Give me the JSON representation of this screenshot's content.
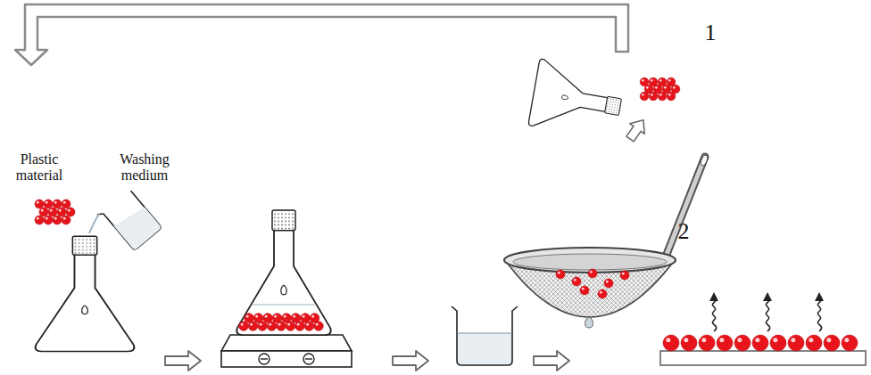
{
  "diagram": {
    "labels": [
      "Plastic material",
      "Washing medium",
      "1",
      "2"
    ]
  }
}
